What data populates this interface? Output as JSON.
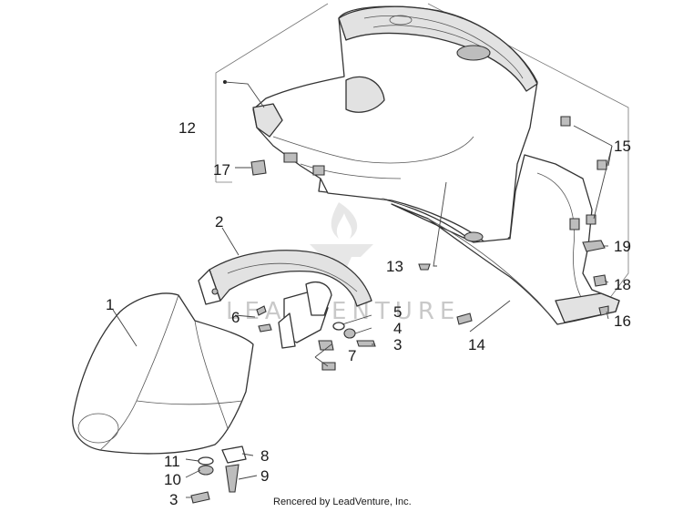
{
  "callouts": [
    {
      "id": "1",
      "label": "1"
    },
    {
      "id": "2",
      "label": "2"
    },
    {
      "id": "3a",
      "label": "3"
    },
    {
      "id": "3b",
      "label": "3"
    },
    {
      "id": "4",
      "label": "4"
    },
    {
      "id": "5",
      "label": "5"
    },
    {
      "id": "6",
      "label": "6"
    },
    {
      "id": "7",
      "label": "7"
    },
    {
      "id": "8",
      "label": "8"
    },
    {
      "id": "9",
      "label": "9"
    },
    {
      "id": "10",
      "label": "10"
    },
    {
      "id": "11",
      "label": "11"
    },
    {
      "id": "12",
      "label": "12"
    },
    {
      "id": "13",
      "label": "13"
    },
    {
      "id": "14",
      "label": "14"
    },
    {
      "id": "15",
      "label": "15"
    },
    {
      "id": "16",
      "label": "16"
    },
    {
      "id": "17",
      "label": "17"
    },
    {
      "id": "18",
      "label": "18"
    },
    {
      "id": "19",
      "label": "19"
    }
  ],
  "watermark": {
    "brand": "LEADVENTURE",
    "logo": "leadventure-flame-logo"
  },
  "footer": {
    "text": "Rencered by LeadVenture, Inc."
  }
}
